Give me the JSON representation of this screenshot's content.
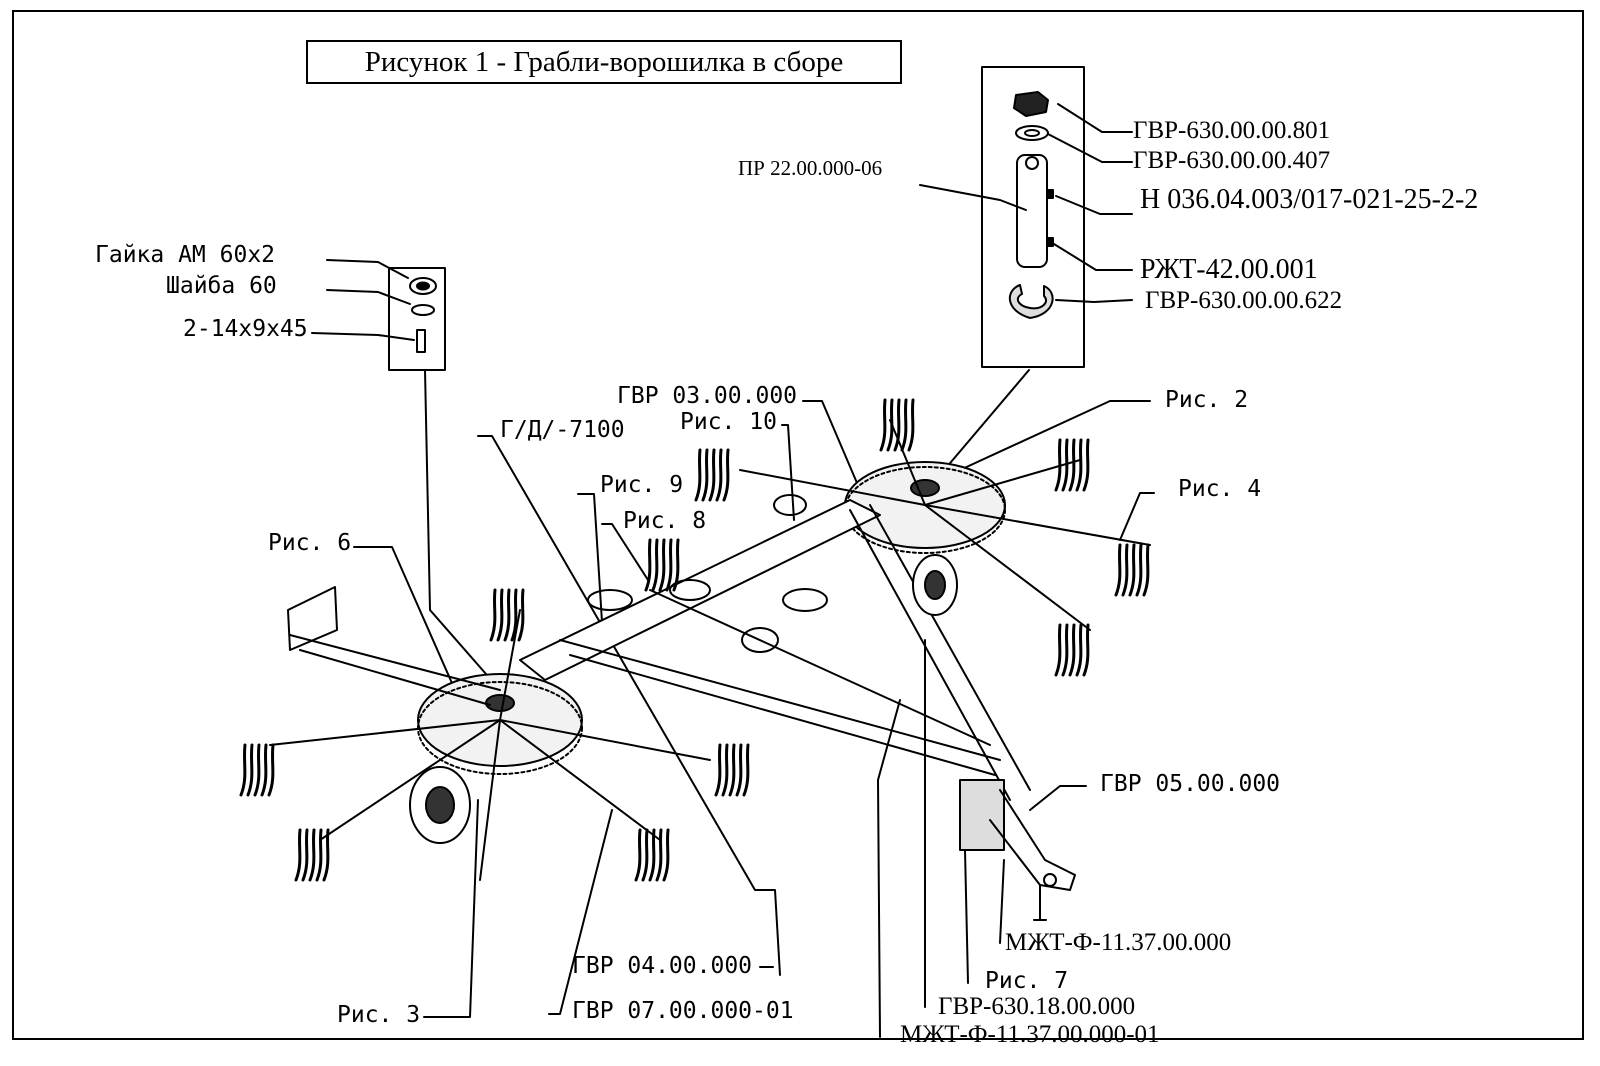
{
  "figure": {
    "title": "Рисунок 1 - Грабли-ворошилка в сборе"
  },
  "labels": {
    "nut_am60": "Гайка АМ 60х2",
    "washer60": "Шайба 60",
    "pin_2_14": "2-14х9х45",
    "pr22": "ПР 22.00.000-06",
    "gvr630_801": "ГВР-630.00.00.801",
    "gvr630_407": "ГВР-630.00.00.407",
    "h036": "Н 036.04.003/017-021-25-2-2",
    "rzht42": "РЖТ-42.00.001",
    "gvr630_622": "ГВР-630.00.00.622",
    "gvr03": "ГВР 03.00.000",
    "ris2": "Рис. 2",
    "ris10": "Рис. 10",
    "gd7100": "Г/Д/-7100",
    "ris9": "Рис. 9",
    "ris8": "Рис. 8",
    "ris4": "Рис. 4",
    "ris6": "Рис. 6",
    "gvr05": "ГВР 05.00.000",
    "mzht_f": "МЖТ-Ф-11.37.00.000",
    "gvr04": "ГВР 04.00.000",
    "ris7": "Рис. 7",
    "gvr630_18": "ГВР-630.18.00.000",
    "ris3": "Рис. 3",
    "gvr07": "ГВР 07.00.000-01",
    "mzht_f01": "МЖТ-Ф-11.37.00.000-01"
  }
}
